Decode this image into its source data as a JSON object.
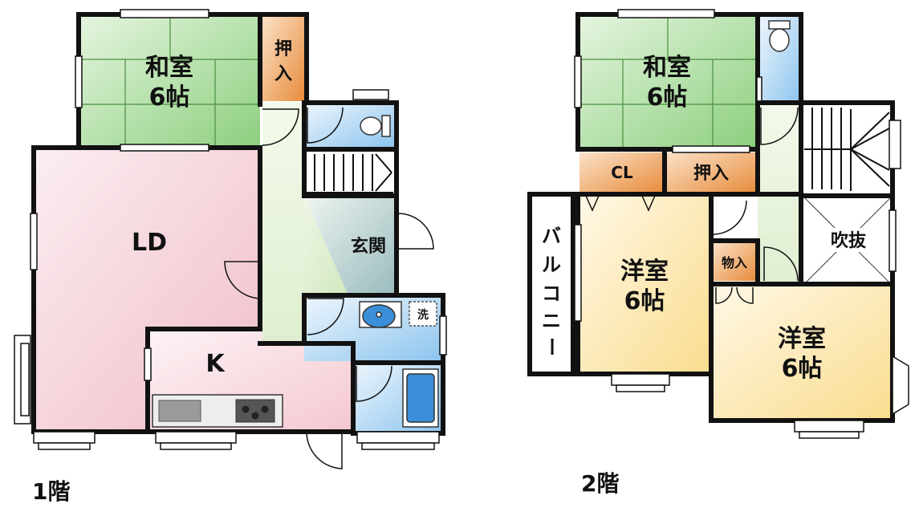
{
  "floor1": {
    "name": "1階",
    "rooms": {
      "washitsu": [
        "和室",
        "6帖"
      ],
      "oshiire": [
        "押",
        "入"
      ],
      "ld": "LD",
      "genkan": "玄関",
      "kitchen": "K",
      "sentaku": "洗"
    }
  },
  "floor2": {
    "name": "2階",
    "rooms": {
      "washitsu": [
        "和室",
        "6帖"
      ],
      "cl": "CL",
      "oshiire": "押入",
      "balcony": [
        "バ",
        "ル",
        "コ",
        "ニ",
        "ー"
      ],
      "youshitsu1": [
        "洋室",
        "6帖"
      ],
      "monoire": "物入",
      "fukinuke": "吹抜",
      "youshitsu2": [
        "洋室",
        "6帖"
      ]
    }
  },
  "colors": {
    "wall": "#111111",
    "washitsu": "#8ccf7e",
    "ld": "#f3c6cf",
    "storage": "#f0a050",
    "water": "#a8d4f2",
    "genkan": "#dfeed0",
    "youshitsu": "#fbe39c"
  }
}
